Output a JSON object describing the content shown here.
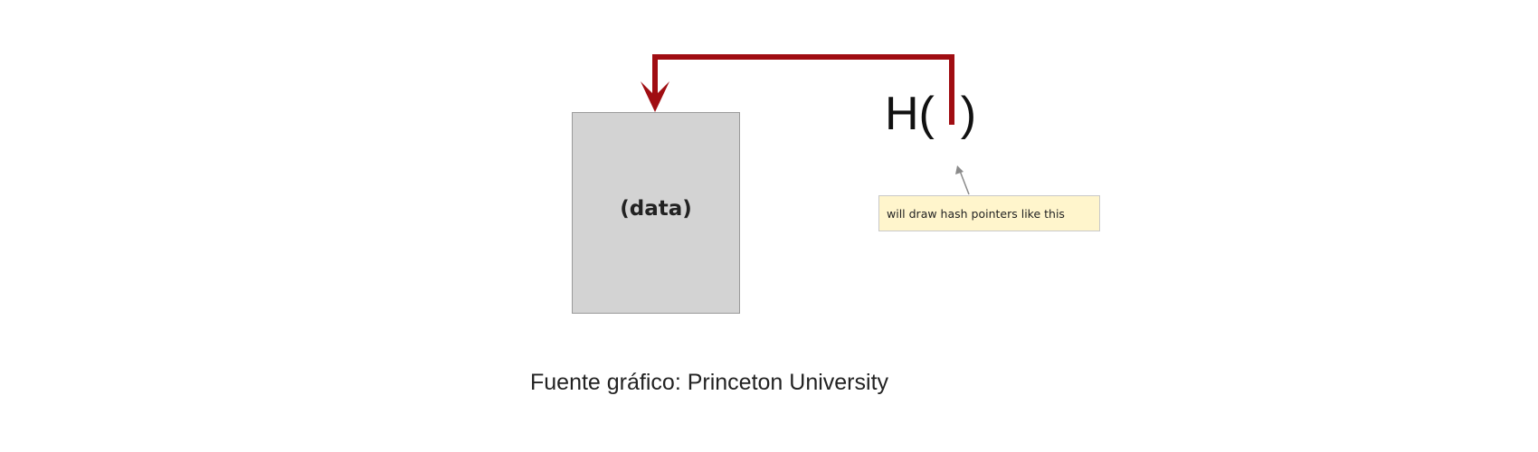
{
  "diagram": {
    "block_label": "(data)",
    "hash_label": "H(  )",
    "callout_text": "will draw hash pointers like this",
    "caption": "Fuente gráfico: Princeton University",
    "colors": {
      "pointer": "#a00d12",
      "block_fill": "#d3d3d3",
      "callout_fill": "#fff5cc",
      "callout_arrow": "#8a8a8a"
    },
    "icons": {
      "pointer": "hash-pointer-arrow-icon",
      "callout_leader": "callout-arrow-icon"
    }
  }
}
